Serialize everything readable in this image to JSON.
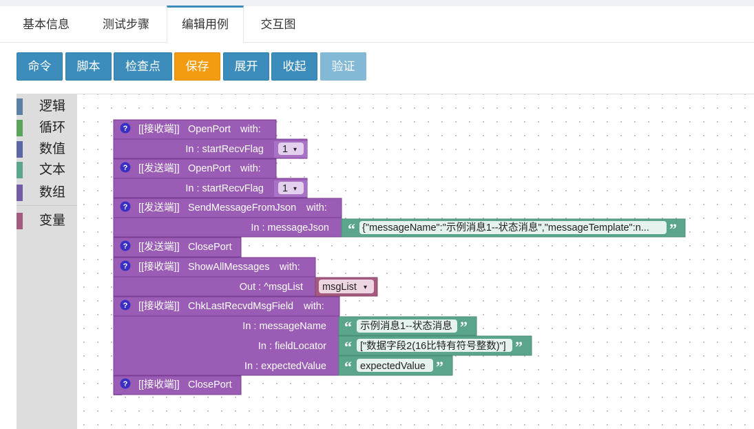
{
  "tabs": [
    {
      "label": "基本信息"
    },
    {
      "label": "测试步骤"
    },
    {
      "label": "编辑用例"
    },
    {
      "label": "交互图"
    }
  ],
  "toolbar": {
    "buttons": [
      {
        "label": "命令"
      },
      {
        "label": "脚本"
      },
      {
        "label": "检查点"
      },
      {
        "label": "保存"
      },
      {
        "label": "展开"
      },
      {
        "label": "收起"
      },
      {
        "label": "验证"
      }
    ]
  },
  "toolbox": {
    "categories": [
      {
        "label": "逻辑",
        "color": "#5b80a5"
      },
      {
        "label": "循环",
        "color": "#5ba55b"
      },
      {
        "label": "数值",
        "color": "#5b67a5"
      },
      {
        "label": "文本",
        "color": "#5ba58c"
      },
      {
        "label": "数组",
        "color": "#745ba5"
      },
      {
        "label": "变量",
        "color": "#a55b80"
      }
    ]
  },
  "colors": {
    "block_purple": "#9a5cb4",
    "block_purple_dark": "#7a3d94",
    "text_green": "#5ba58c",
    "variable_rose": "#a55b80",
    "accent_blue": "#3c8dbc",
    "save_orange": "#f39c12"
  },
  "blocks": {
    "b1": {
      "help": "?",
      "prefix": "[[接收端]]",
      "name": "OpenPort",
      "with": "with:",
      "param_label": "In : startRecvFlag",
      "param_value": "1",
      "dropdown": "▾"
    },
    "b2": {
      "help": "?",
      "prefix": "[[发送端]]",
      "name": "OpenPort",
      "with": "with:",
      "param_label": "In : startRecvFlag",
      "param_value": "1",
      "dropdown": "▾"
    },
    "b3": {
      "help": "?",
      "prefix": "[[发送端]]",
      "name": "SendMessageFromJson",
      "with": "with:",
      "param_label": "In : messageJson",
      "param_value": "{\"messageName\":\"示例消息1--状态消息\",\"messageTemplate\":n..."
    },
    "b4": {
      "help": "?",
      "prefix": "[[发送端]]",
      "name": "ClosePort"
    },
    "b5": {
      "help": "?",
      "prefix": "[[接收端]]",
      "name": "ShowAllMessages",
      "with": "with:",
      "param_label": "Out : ^msgList",
      "param_value": "msgList",
      "dropdown": "▾"
    },
    "b6": {
      "help": "?",
      "prefix": "[[接收端]]",
      "name": "ChkLastRecvdMsgField",
      "with": "with:",
      "p1_label": "In : messageName",
      "p1_value": "示例消息1--状态消息",
      "p2_label": "In : fieldLocator",
      "p2_value": "[\"数据字段2(16比特有符号整数)\"]",
      "p3_label": "In : expectedValue",
      "p3_value": "expectedValue"
    },
    "b7": {
      "help": "?",
      "prefix": "[[接收端]]",
      "name": "ClosePort"
    }
  },
  "quote_open": "“",
  "quote_close": "”"
}
